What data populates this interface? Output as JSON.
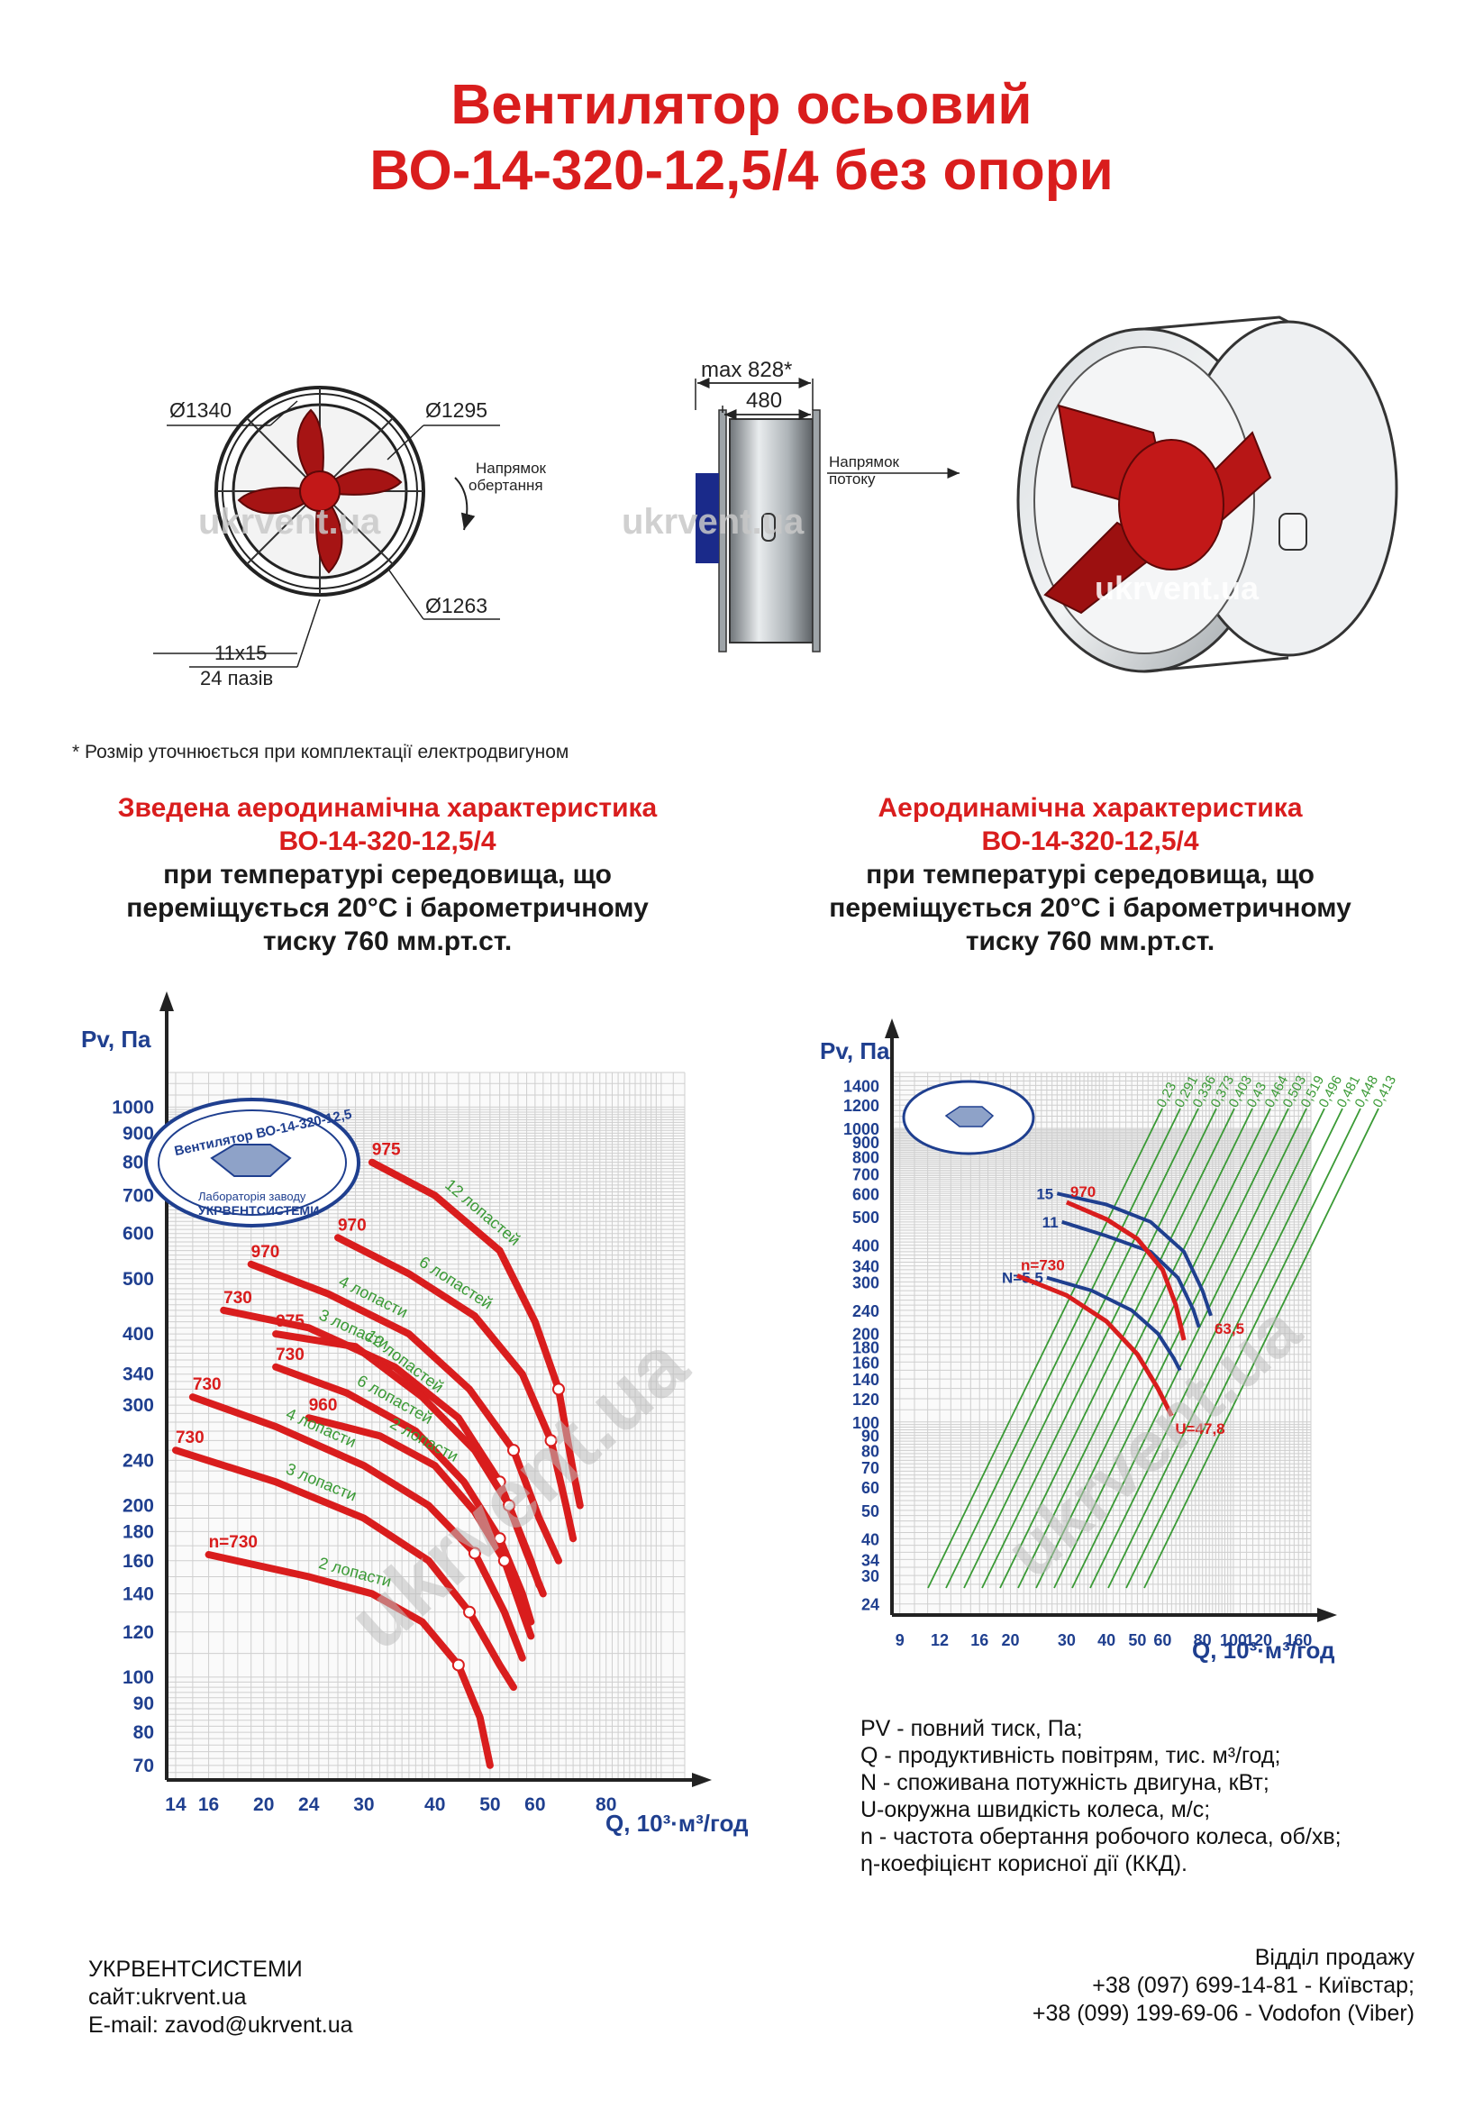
{
  "header": {
    "title_line1": "Вентилятор осьовий",
    "title_line2": "ВО-14-320-12,5/4 без опори"
  },
  "drawing": {
    "dim_outer": "Ø1340",
    "dim_flange": "Ø1295",
    "dim_inner": "Ø1263",
    "dim_slot": "11x15",
    "dim_slots_count": "24 пазів",
    "rotation_label_1": "Напрямок",
    "rotation_label_2": "обертання",
    "dim_max_length": "max 828*",
    "dim_length": "480",
    "flow_label_1": "Напрямок",
    "flow_label_2": "потоку",
    "watermark": "ukrvent.ua",
    "footnote": "* Розмір уточнюється при комплектації електродвигуном"
  },
  "left_section": {
    "title_line1": "Зведена аеродинамічна характеристика",
    "title_line2": "ВО-14-320-12,5/4",
    "text_line1": "при температурі середовища, що",
    "text_line2": "переміщується 20°С і барометричному",
    "text_line3": "тиску 760 мм.рт.ст."
  },
  "right_section": {
    "title_line1": "Аеродинамічна характеристика",
    "title_line2": "ВО-14-320-12,5/4",
    "text_line1": "при температурі середовища, що",
    "text_line2": "переміщується 20°С і барометричному",
    "text_line3": "тиску 760 мм.рт.ст."
  },
  "stamp": {
    "line1": "Вентилятор ВО-14-320-12,5",
    "line2": "Лабораторія заводу",
    "line3": "УКРВЕНТСИСТЕМИ"
  },
  "chart_data": [
    {
      "type": "line",
      "xlabel": "Q, 10³·м³/год",
      "ylabel": "Pv, Па",
      "log_scale": true,
      "grid": true,
      "x_ticks": [
        "14",
        "16",
        "20",
        "24",
        "30",
        "40",
        "50",
        "60",
        "80"
      ],
      "y_ticks": [
        "70",
        "80",
        "90",
        "100",
        "120",
        "140",
        "160",
        "180",
        "200",
        "240",
        "300",
        "340",
        "400",
        "500",
        "600",
        "700",
        "800",
        "900",
        "1000"
      ],
      "xlim": [
        13.5,
        110
      ],
      "ylim": [
        66,
        1150
      ],
      "series": [
        {
          "rpm_label": "975",
          "blades_label": "12 лопастей",
          "points": [
            [
              31,
              800
            ],
            [
              40,
              700
            ],
            [
              52,
              560
            ],
            [
              60,
              420
            ],
            [
              66,
              320
            ],
            [
              70,
              230
            ],
            [
              72,
              200
            ]
          ]
        },
        {
          "rpm_label": "970",
          "blades_label": "6 лопастей",
          "points": [
            [
              27,
              590
            ],
            [
              36,
              510
            ],
            [
              47,
              430
            ],
            [
              57,
              340
            ],
            [
              64,
              260
            ],
            [
              68,
              200
            ],
            [
              70,
              175
            ]
          ]
        },
        {
          "rpm_label": "970",
          "blades_label": "4 лопасти",
          "points": [
            [
              19,
              530
            ],
            [
              26,
              470
            ],
            [
              36,
              400
            ],
            [
              46,
              320
            ],
            [
              55,
              250
            ],
            [
              61,
              190
            ],
            [
              66,
              160
            ]
          ]
        },
        {
          "rpm_label": "730",
          "blades_label": "3 лопасти",
          "points": [
            [
              17,
              440
            ],
            [
              24,
              410
            ],
            [
              34,
              350
            ],
            [
              44,
              285
            ],
            [
              52,
              220
            ],
            [
              58,
              165
            ],
            [
              62,
              140
            ]
          ]
        },
        {
          "rpm_label": "975",
          "blades_label": "12 лопастей",
          "points": [
            [
              21,
              400
            ],
            [
              29,
              380
            ],
            [
              38,
              310
            ],
            [
              47,
              250
            ],
            [
              54,
              200
            ],
            [
              59,
              160
            ],
            [
              61,
              145
            ]
          ]
        },
        {
          "rpm_label": "730",
          "blades_label": "6 лопастей",
          "points": [
            [
              21,
              350
            ],
            [
              28,
              315
            ],
            [
              37,
              270
            ],
            [
              45,
              220
            ],
            [
              52,
              175
            ],
            [
              57,
              140
            ],
            [
              59,
              125
            ]
          ]
        },
        {
          "rpm_label": "960",
          "blades_label": "2 лопасти",
          "points": [
            [
              24,
              285
            ],
            [
              32,
              265
            ],
            [
              40,
              235
            ],
            [
              47,
              195
            ],
            [
              53,
              160
            ],
            [
              57,
              130
            ],
            [
              59,
              118
            ]
          ]
        },
        {
          "rpm_label": "730",
          "blades_label": "4 лопасти",
          "points": [
            [
              15,
              310
            ],
            [
              21,
              275
            ],
            [
              30,
              235
            ],
            [
              39,
              200
            ],
            [
              47,
              165
            ],
            [
              53,
              130
            ],
            [
              57,
              108
            ]
          ]
        },
        {
          "rpm_label": "730",
          "blades_label": "3 лопасти",
          "points": [
            [
              14,
              250
            ],
            [
              21,
              220
            ],
            [
              30,
              190
            ],
            [
              39,
              160
            ],
            [
              46,
              130
            ],
            [
              52,
              105
            ],
            [
              55,
              96
            ]
          ]
        },
        {
          "rpm_label": "n=730",
          "blades_label": "2 лопасти",
          "points": [
            [
              16,
              164
            ],
            [
              24,
              150
            ],
            [
              31,
              140
            ],
            [
              38,
              125
            ],
            [
              44,
              105
            ],
            [
              48,
              85
            ],
            [
              50,
              70
            ]
          ]
        }
      ]
    },
    {
      "type": "line",
      "xlabel": "Q, 10³·м³/год",
      "ylabel": "Pv, Па",
      "log_scale": true,
      "grid": true,
      "x_ticks": [
        "9",
        "12",
        "16",
        "20",
        "30",
        "40",
        "50",
        "60",
        "80",
        "100",
        "120",
        "160"
      ],
      "y_ticks": [
        "24",
        "30",
        "34",
        "40",
        "50",
        "60",
        "70",
        "80",
        "90",
        "100",
        "120",
        "140",
        "160",
        "180",
        "200",
        "240",
        "300",
        "340",
        "400",
        "500",
        "600",
        "700",
        "800",
        "900",
        "1000",
        "1200",
        "1400"
      ],
      "xlim": [
        8.5,
        175
      ],
      "ylim": [
        22,
        1550
      ],
      "efficiency_labels": [
        "0,23",
        "0,291",
        "0,336",
        "0,373",
        "0,403",
        "0,43",
        "0,464",
        "0,503",
        "0,519",
        "0,496",
        "0,481",
        "0,448",
        "0,413"
      ],
      "rpm_curves": [
        {
          "label": "970",
          "points": [
            [
              30,
              560
            ],
            [
              40,
              490
            ],
            [
              50,
              420
            ],
            [
              60,
              330
            ],
            [
              66,
              250
            ],
            [
              70,
              190
            ]
          ]
        },
        {
          "label": "n=730",
          "points": [
            [
              21,
              315
            ],
            [
              30,
              270
            ],
            [
              40,
              220
            ],
            [
              50,
              170
            ],
            [
              58,
              130
            ],
            [
              64,
              105
            ]
          ]
        }
      ],
      "power_curves": [
        {
          "label": "15",
          "points": [
            [
              28,
              600
            ],
            [
              40,
              550
            ],
            [
              55,
              480
            ],
            [
              70,
              380
            ],
            [
              80,
              280
            ],
            [
              85,
              230
            ]
          ]
        },
        {
          "label": "11",
          "points": [
            [
              29,
              480
            ],
            [
              40,
              430
            ],
            [
              55,
              380
            ],
            [
              67,
              310
            ],
            [
              75,
              240
            ],
            [
              78,
              210
            ]
          ]
        },
        {
          "label": "N=5,5",
          "points": [
            [
              26,
              310
            ],
            [
              36,
              280
            ],
            [
              48,
              240
            ],
            [
              58,
              200
            ],
            [
              65,
              165
            ],
            [
              68,
              150
            ]
          ]
        }
      ],
      "speed_labels": [
        "63,5",
        "U=47,8"
      ]
    }
  ],
  "legend": {
    "line1": "PV - повний тиск, Па;",
    "line2": "Q - продуктивність повітрям, тис. м³/год;",
    "line3": "N - споживана потужність двигуна, кВт;",
    "line4": "U-окружна швидкість колеса, м/с;",
    "line5": "n - частота обертання робочого колеса, об/хв;",
    "line6": "η-коефіцієнт корисної дії (ККД)."
  },
  "footer": {
    "company": "УКРВЕНТСИСТЕМИ",
    "site": "сайт:ukrvent.ua",
    "email": "E-mail: zavod@ukrvent.ua",
    "sales": "Відділ продажу",
    "phone1": "+38 (097) 699-14-81 - Київстар;",
    "phone2": "+38 (099) 199-69-06 - Vodofon (Viber)"
  },
  "colors": {
    "red": "#d91d1d",
    "green": "#3a9a35",
    "blue": "#1f3f8f",
    "grid": "#cfcfcf"
  }
}
